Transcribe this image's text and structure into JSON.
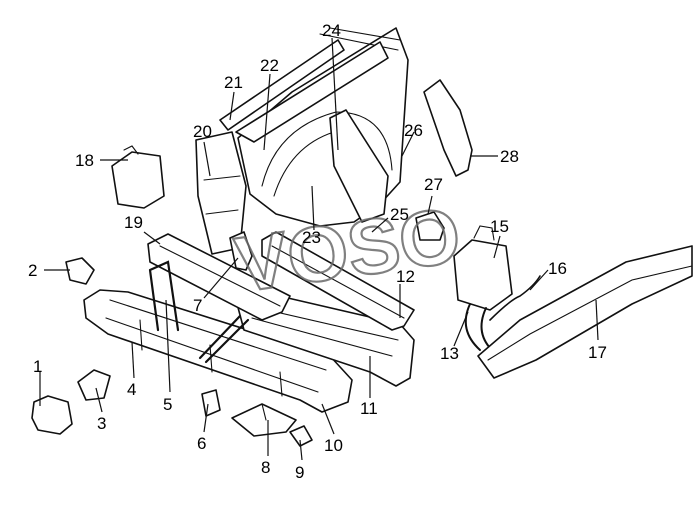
{
  "diagram": {
    "watermark": "VOSO",
    "colors": {
      "line": "#111111",
      "background": "#ffffff",
      "watermark": "#6b6b6b"
    },
    "callouts": [
      {
        "id": 1,
        "label": "1"
      },
      {
        "id": 2,
        "label": "2"
      },
      {
        "id": 3,
        "label": "3"
      },
      {
        "id": 4,
        "label": "4"
      },
      {
        "id": 5,
        "label": "5"
      },
      {
        "id": 6,
        "label": "6"
      },
      {
        "id": 7,
        "label": "7"
      },
      {
        "id": 8,
        "label": "8"
      },
      {
        "id": 9,
        "label": "9"
      },
      {
        "id": 10,
        "label": "10"
      },
      {
        "id": 11,
        "label": "11"
      },
      {
        "id": 12,
        "label": "12"
      },
      {
        "id": 13,
        "label": "13"
      },
      {
        "id": 15,
        "label": "15"
      },
      {
        "id": 16,
        "label": "16"
      },
      {
        "id": 17,
        "label": "17"
      },
      {
        "id": 18,
        "label": "18"
      },
      {
        "id": 19,
        "label": "19"
      },
      {
        "id": 20,
        "label": "20"
      },
      {
        "id": 21,
        "label": "21"
      },
      {
        "id": 22,
        "label": "22"
      },
      {
        "id": 23,
        "label": "23"
      },
      {
        "id": 24,
        "label": "24"
      },
      {
        "id": 25,
        "label": "25"
      },
      {
        "id": 26,
        "label": "26"
      },
      {
        "id": 27,
        "label": "27"
      },
      {
        "id": 28,
        "label": "28"
      }
    ]
  }
}
